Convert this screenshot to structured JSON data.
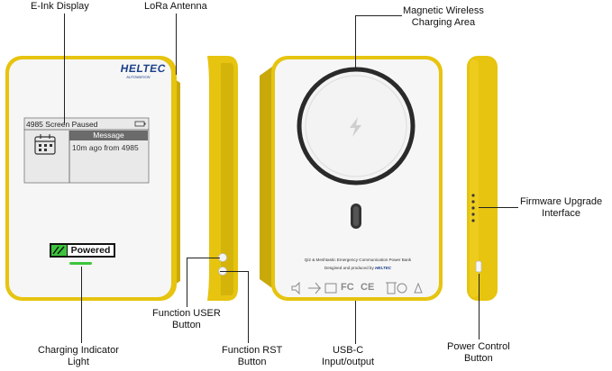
{
  "labels": {
    "eink_display": "E-Ink Display",
    "lora_antenna": "LoRa Antenna",
    "magnetic_wireless": [
      "Magnetic Wireless",
      "Charging Area"
    ],
    "firmware_upgrade": [
      "Firmware Upgrade",
      "Interface"
    ],
    "function_user": [
      "Function USER",
      "Button"
    ],
    "function_rst": [
      "Function RST",
      "Button"
    ],
    "usb_c": [
      "USB-C",
      "Input/output"
    ],
    "charging_indicator": [
      "Charging Indicator",
      "Light"
    ],
    "power_control": [
      "Power Control",
      "Button"
    ]
  },
  "device_front": {
    "brand_name": "HELTEC",
    "brand_sub": "AUTOMATION",
    "screen_header": "4985 Screen Paused",
    "screen_message_title": "Message",
    "screen_message_body": "10m ago from 4985",
    "status_badge": "Powered"
  },
  "device_back": {
    "product_line": "Qi2 & Meshtastic Emergency Communication Power Bank",
    "credit_prefix": "Desgined and produced by",
    "credit_brand": "HELTEC",
    "fcc_mark": "FC",
    "ce_mark": "CE"
  },
  "colors": {
    "shell_yellow": "#e6c40f",
    "shell_yellow_dark": "#c9a90a",
    "shell_white": "#f6f6f6",
    "brand_blue": "#1c3f8a",
    "indicator_green": "#3cc53c"
  },
  "icons": [
    "calendar-icon",
    "battery-icon",
    "bolt-icon",
    "recycle-icon"
  ]
}
